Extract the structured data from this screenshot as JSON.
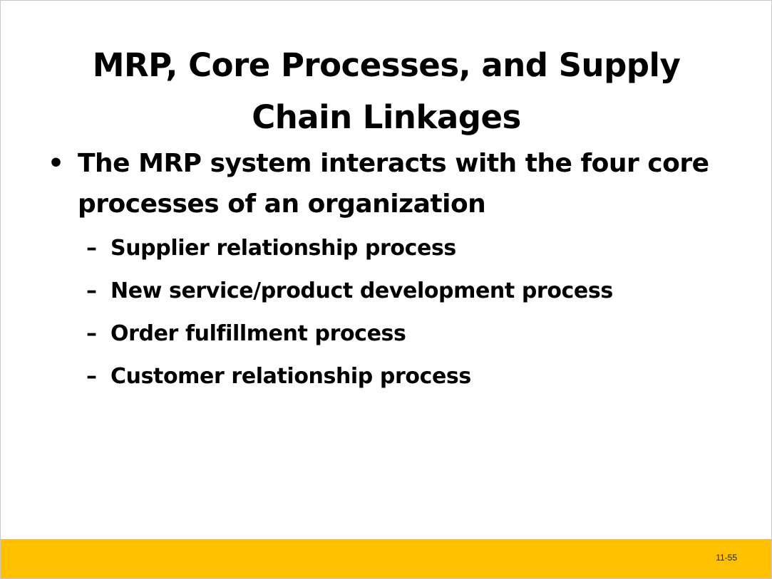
{
  "slide": {
    "title": "MRP, Core Processes, and Supply Chain Linkages",
    "bullet_symbol": "•",
    "main_bullet": "The MRP system interacts with the four core processes of an organization",
    "sub_dash": "–",
    "sub_items": [
      "Supplier relationship process",
      "New service/product development process",
      "Order fulfillment process",
      "Customer relationship process"
    ],
    "slide_number": "11-55"
  },
  "colors": {
    "footer_bar": "#ffc000",
    "background": "#ffffff",
    "text": "#000000"
  }
}
